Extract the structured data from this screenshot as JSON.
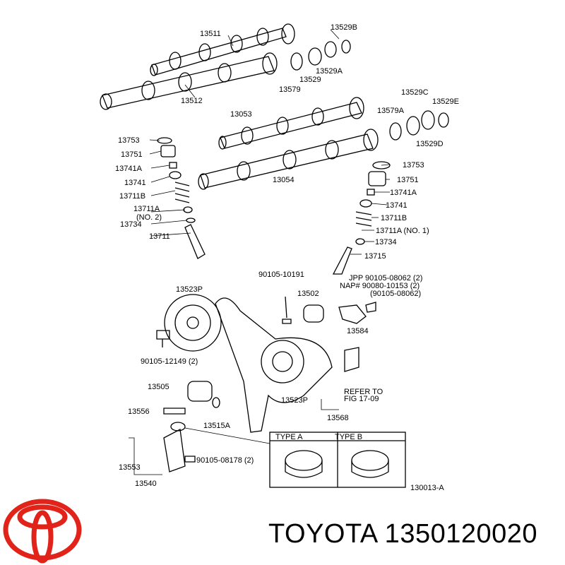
{
  "diagram_code": "130013-A",
  "brand_text": "TOYOTA 1350120020",
  "logo_name": "toyota-logo",
  "accent_color": "#e2231a",
  "labels": {
    "p13511": "13511",
    "p13529B": "13529B",
    "p13512": "13512",
    "p13579": "13579",
    "p13529": "13529",
    "p13529A": "13529A",
    "p13053": "13053",
    "p13529C": "13529C",
    "p13579A": "13579A",
    "p13529E": "13529E",
    "p13529D": "13529D",
    "p13054": "13054",
    "l13753": "13753",
    "l13751": "13751",
    "l13741A": "13741A",
    "l13741": "13741",
    "l13711B": "13711B",
    "l13711A": "13711A",
    "l13711A_sub": "(NO. 2)",
    "l13734": "13734",
    "l13711": "13711",
    "r13753": "13753",
    "r13751": "13751",
    "r13741A": "13741A",
    "r13741": "13741",
    "r13711B": "13711B",
    "r13711A": "13711A (NO. 1)",
    "r13734": "13734",
    "r13715": "13715",
    "b90105_10191": "90105-10191",
    "b13502": "13502",
    "jpp": "JPP 90105-08062 (2)",
    "nap": "NAP# 90080-10153 (2)",
    "nap_sub": "(90105-08062)",
    "b13523P_top": "13523P",
    "b13584": "13584",
    "b90105_12149": "90105-12149 (2)",
    "b13505": "13505",
    "b13523P_bot": "13523P",
    "refer1": "REFER TO",
    "refer2": "FIG 17-09",
    "b13556": "13556",
    "b13515A": "13515A",
    "b13568": "13568",
    "type_a": "TYPE A",
    "type_b": "TYPE B",
    "b13553": "13553",
    "b90105_08178": "90105-08178 (2)",
    "b13540": "13540"
  }
}
